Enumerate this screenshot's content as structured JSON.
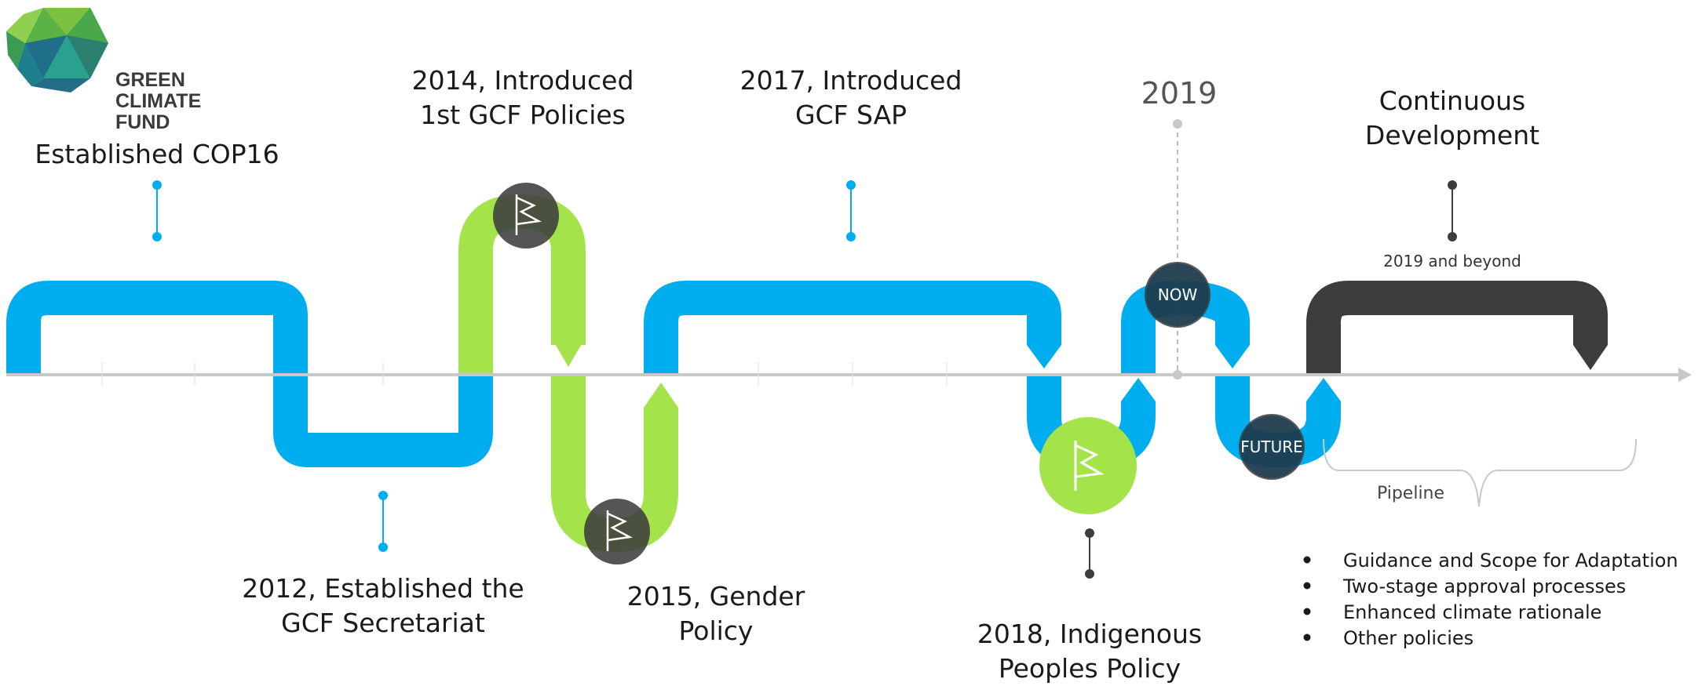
{
  "logo": {
    "lines": [
      "GREEN",
      "CLIMATE",
      "FUND"
    ]
  },
  "milestones": {
    "cop16": {
      "label": "Established COP16"
    },
    "secretariat": {
      "line1": "2012, Established the",
      "line2": "GCF Secretariat"
    },
    "policies2014": {
      "line1": "2014, Introduced",
      "line2": "1st GCF Policies"
    },
    "gender2015": {
      "line1": "2015, Gender",
      "line2": "Policy"
    },
    "sap2017": {
      "line1": "2017, Introduced",
      "line2": "GCF SAP"
    },
    "indigenous2018": {
      "line1": "2018, Indigenous",
      "line2": "Peoples Policy"
    },
    "year2019": {
      "label": "2019"
    },
    "continuous": {
      "line1": "Continuous",
      "line2": "Development",
      "sub": "2019 and beyond"
    }
  },
  "markers": {
    "now": "NOW",
    "future": "FUTURE"
  },
  "pipeline": {
    "label": "Pipeline",
    "items": [
      "Guidance and Scope for Adaptation",
      "Two-stage approval processes",
      "Enhanced climate rationale",
      "Other policies"
    ]
  },
  "colors": {
    "blue": "#00aeef",
    "green": "#a4e44a",
    "dark": "#3d3d3d",
    "navy": "#0b3a55",
    "axis": "#c8c8c8"
  }
}
